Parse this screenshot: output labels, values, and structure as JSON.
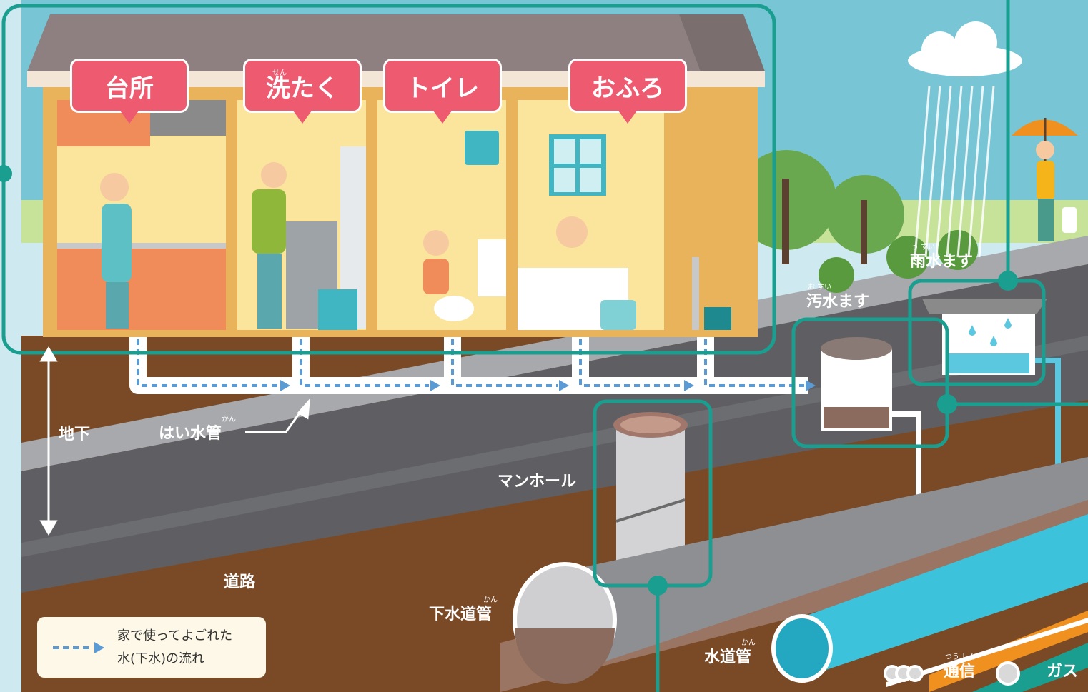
{
  "rooms": {
    "kitchen": "台所",
    "laundry": "洗たく",
    "laundry_ruby": "せん",
    "toilet": "トイレ",
    "bath": "おふろ"
  },
  "labels": {
    "underground": "地下",
    "drain_pipe": "はい水管",
    "drain_pipe_ruby": "かん",
    "manhole": "マンホール",
    "road": "道路",
    "sewer_pipe": "下水道管",
    "sewer_pipe_ruby": "かん",
    "water_pipe": "水道管",
    "water_pipe_ruby": "かん",
    "sewage_basin": "汚水ます",
    "sewage_basin_ruby": "お すい",
    "rain_basin": "雨水ます",
    "rain_basin_ruby": "う すい",
    "telecom": "通信",
    "telecom_ruby": "つう しん",
    "gas": "ガス"
  },
  "legend": {
    "line1": "家で使ってよごれた",
    "line2": "水(下水)の流れ"
  },
  "colors": {
    "accent": "#1a9e8f",
    "bubble": "#ee5a6f",
    "flow": "#5b9bd5",
    "soil": "#7a4a26",
    "road": "#5f5f63",
    "house_wall": "#fbe49c",
    "water_pipe": "#3cc3db",
    "gas_pipe": "#f0901f"
  }
}
